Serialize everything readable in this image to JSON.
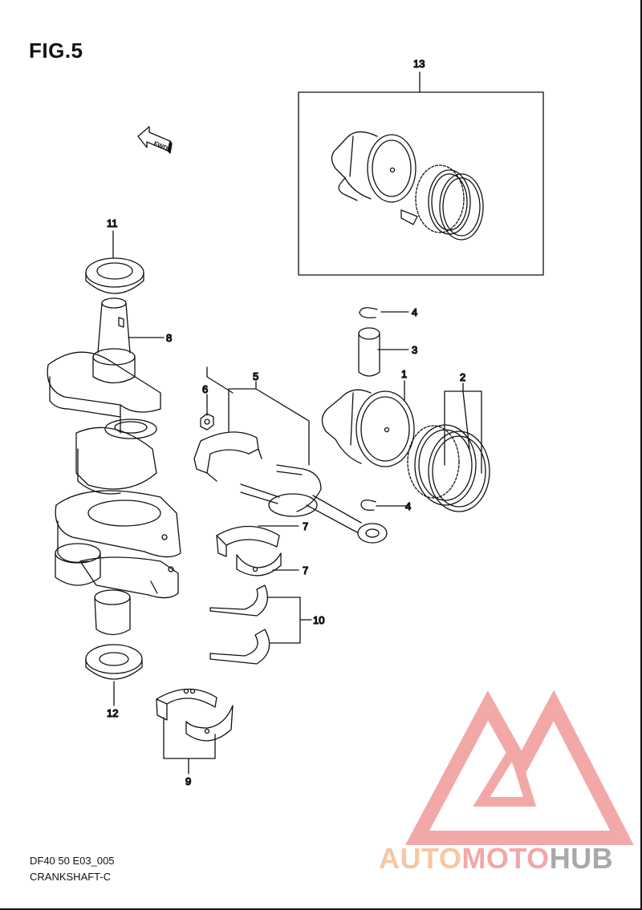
{
  "figure": {
    "title": "FIG.5",
    "code": "DF40 50 E03_005",
    "name": "CRANKSHAFT-C",
    "fwd_label": "FWD"
  },
  "callouts": {
    "c1": "1",
    "c2": "2",
    "c3": "3",
    "c4a": "4",
    "c4b": "4",
    "c5": "5",
    "c6": "6",
    "c7a": "7",
    "c7b": "7",
    "c8": "8",
    "c9": "9",
    "c10": "10",
    "c11": "11",
    "c12": "12",
    "c13": "13"
  },
  "watermark": {
    "part1": "AUTO",
    "part2": "MOTO",
    "part3": "HUB",
    "colors": {
      "auto": "#f6c7a3",
      "moto": "#f3a7a7",
      "hub": "#a9a9a9",
      "logo": "#f08c8c"
    }
  }
}
